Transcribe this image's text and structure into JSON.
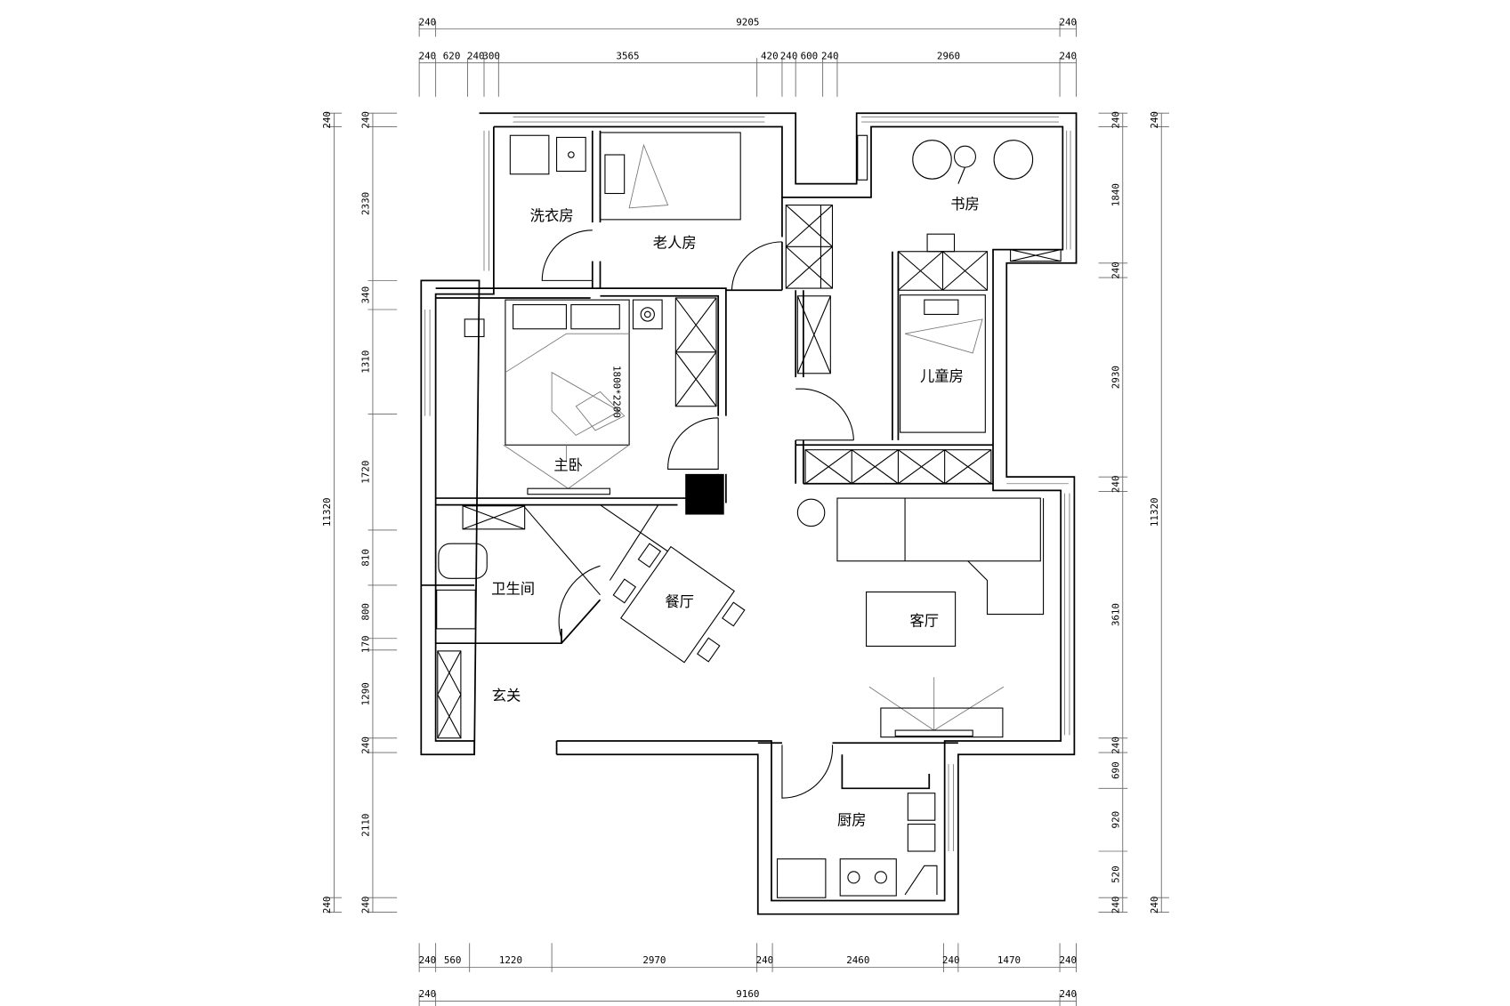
{
  "rooms": {
    "laundry": "洗衣房",
    "elder_room": "老人房",
    "study": "书房",
    "kids_room": "儿童房",
    "master_bedroom": "主卧",
    "bathroom": "卫生间",
    "dining": "餐厅",
    "living": "客厅",
    "entrance": "玄关",
    "kitchen": "厨房"
  },
  "bed_size_label": "1800*2200",
  "dimensions": {
    "top_total": [
      "240",
      "9205",
      "240"
    ],
    "top_segments": [
      "240",
      "620",
      "240",
      "300",
      "3565",
      "420",
      "240",
      "600",
      "240",
      "2960",
      "240"
    ],
    "bottom_segments": [
      "240",
      "560",
      "1220",
      "2970",
      "240",
      "2460",
      "240",
      "1470",
      "240"
    ],
    "bottom_total": [
      "240",
      "9160",
      "240"
    ],
    "left_total": [
      "240",
      "11320",
      "240"
    ],
    "left_segments": [
      "240",
      "2330",
      "340",
      "1310",
      "1720",
      "810",
      "800",
      "170",
      "1290",
      "240",
      "2110",
      "240"
    ],
    "right_segments": [
      "240",
      "1840",
      "240",
      "2930",
      "240",
      "3610",
      "240",
      "690",
      "920",
      "520",
      "240"
    ],
    "right_total": [
      "240",
      "11320",
      "240"
    ]
  }
}
